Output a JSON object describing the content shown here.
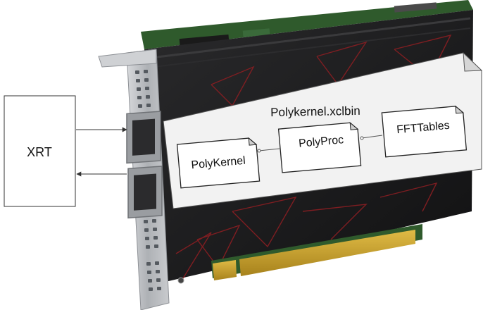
{
  "host": {
    "label": "XRT"
  },
  "xclbin": {
    "title": "Polykernel.xclbin"
  },
  "kernels": [
    {
      "label": "PolyKernel"
    },
    {
      "label": "PolyProc"
    },
    {
      "label": "FFTTables"
    }
  ],
  "colors": {
    "card_body": "#1b1b1c",
    "pcb_green": "#2f5a2c",
    "gold_fingers": "#c8a12a",
    "bracket_metal": "#bfc1c4",
    "accent_red": "#8a1e22",
    "note_fill": "#f2f2f2",
    "box_fill": "#ffffff",
    "line": "#333333"
  }
}
